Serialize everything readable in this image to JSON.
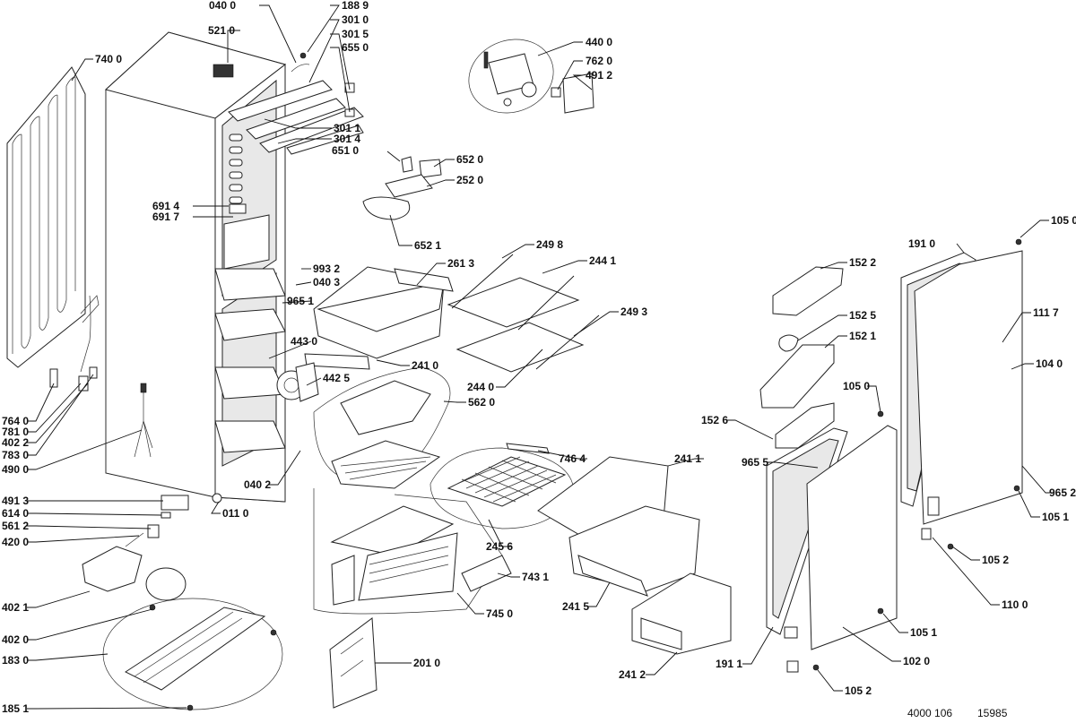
{
  "labels": {
    "p0400": "040 0",
    "p1889": "188 9",
    "p5210": "521 0",
    "p3010": "301 0",
    "p3015": "301 5",
    "p6550": "655 0",
    "p4400": "440 0",
    "p7620": "762 0",
    "p4912": "491 2",
    "p7400": "740 0",
    "p3011": "301 1",
    "p3014": "301 4",
    "p6510": "651 0",
    "p6520": "652 0",
    "p2520": "252 0",
    "p6914": "691 4",
    "p6917": "691 7",
    "p6521": "652 1",
    "p2498": "249 8",
    "p2441": "244 1",
    "p1050a": "105 0",
    "p1910": "191 0",
    "p1522": "152 2",
    "p9932": "993 2",
    "p2613": "261 3",
    "p0403": "040 3",
    "p9651": "965 1",
    "p2493": "249 3",
    "p1525": "152 5",
    "p1117": "111 7",
    "p1521": "152 1",
    "p4430": "443 0",
    "p4425": "442 5",
    "p2410": "241 0",
    "p1040": "104 0",
    "p2440": "244 0",
    "p1050b": "105 0",
    "p7640": "764 0",
    "p7810": "781 0",
    "p4022": "402 2",
    "p7830": "783 0",
    "p4900": "490 0",
    "p5620": "562 0",
    "p1526": "152 6",
    "p7464": "746 4",
    "p2411": "241 1",
    "p9655": "965 5",
    "p0402": "040 2",
    "p9652": "965 2",
    "p4913": "491 3",
    "p6140": "614 0",
    "p0110": "011 0",
    "p5612": "561 2",
    "p1051a": "105 1",
    "p4200": "420 0",
    "p2456": "245 6",
    "p1052a": "105 2",
    "p7431": "743 1",
    "p4021": "402 1",
    "p2415": "241 5",
    "p1100": "110 0",
    "p7450": "745 0",
    "p4020": "402 0",
    "p1051b": "105 1",
    "p1830": "183 0",
    "p2010": "201 0",
    "p2412": "241 2",
    "p1911": "191 1",
    "p1020": "102 0",
    "p1052b": "105 2",
    "p1851": "185 1"
  },
  "footer": {
    "doc_code": "4000 106",
    "doc_num": "15985"
  }
}
